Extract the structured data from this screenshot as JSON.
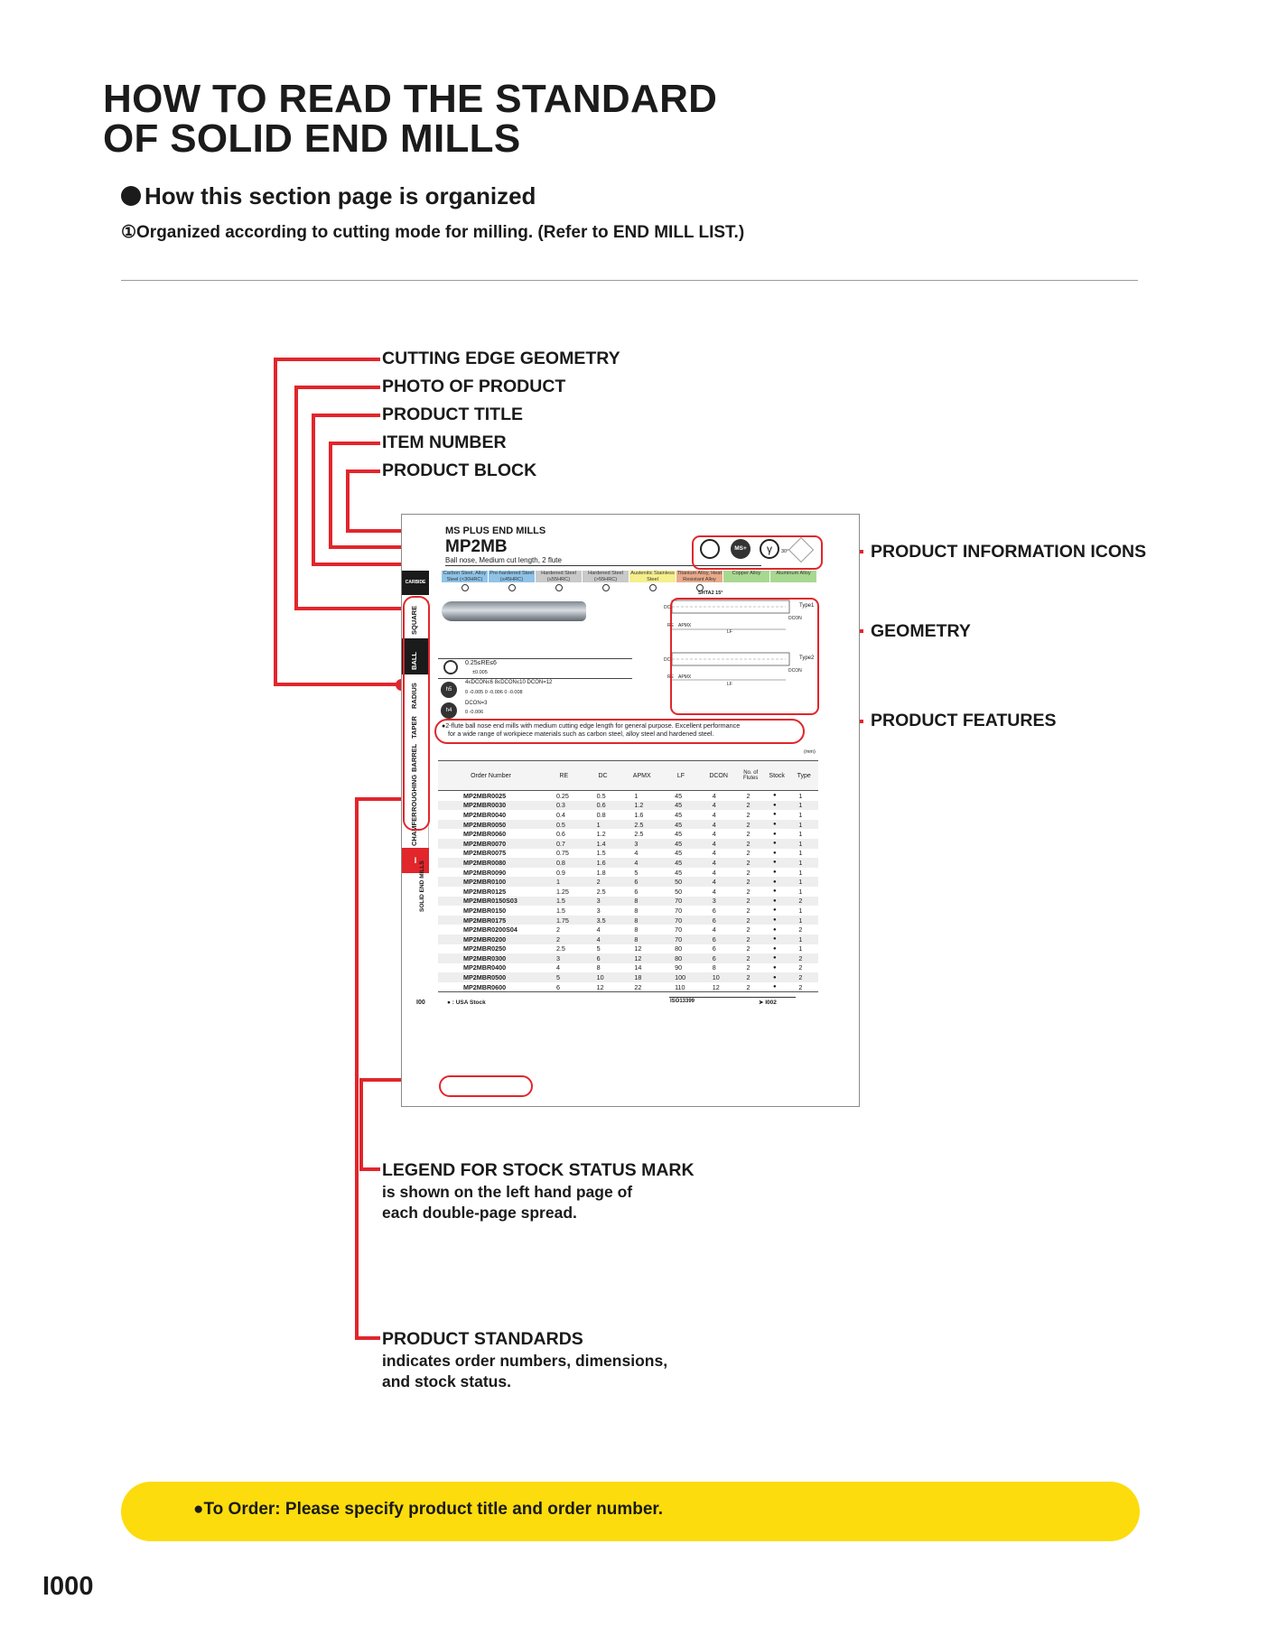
{
  "header": {
    "title_line1": "HOW TO READ THE STANDARD",
    "title_line2": "OF SOLID END MILLS",
    "section_heading": "How this section page is organized",
    "section_note": "①Organized according to cutting mode for milling. (Refer to END MILL LIST.)"
  },
  "callouts": {
    "cutting_edge_geometry": "CUTTING EDGE GEOMETRY",
    "photo_of_product": "PHOTO OF PRODUCT",
    "product_title": "PRODUCT TITLE",
    "item_number": "ITEM NUMBER",
    "product_block": "PRODUCT BLOCK",
    "product_information_icons": "PRODUCT INFORMATION ICONS",
    "geometry": "GEOMETRY",
    "product_features": "PRODUCT FEATURES",
    "legend_title": "LEGEND FOR STOCK STATUS MARK",
    "legend_line1": "is shown on the left hand page of",
    "legend_line2": "each double-page spread.",
    "standards_title": "PRODUCT STANDARDS",
    "standards_line1": "indicates order numbers, dimensions,",
    "standards_line2": "and stock status."
  },
  "sample_page": {
    "block": "MS PLUS END MILLS",
    "item_number": "MP2MB",
    "product_desc": "Ball nose,  Medium cut length, 2 flute",
    "carbide_label": "CARBIDE",
    "materials": [
      {
        "label": "Carbon Steel, Alloy Steel (<30HRC)",
        "color": "#8fc3e8"
      },
      {
        "label": "Pre-hardened Steel (≤45HRC)",
        "color": "#8fc3e8"
      },
      {
        "label": "Hardened Steel (≤55HRC)",
        "color": "#c9c9c9"
      },
      {
        "label": "Hardened Steel (>55HRC)",
        "color": "#c9c9c9"
      },
      {
        "label": "Austenitic Stainless Steel",
        "color": "#f5ef8c"
      },
      {
        "label": "Titanium Alloy, Heat Resistant Alloy",
        "color": "#e8a98a"
      },
      {
        "label": "Copper Alloy",
        "color": "#a8d890"
      },
      {
        "label": "Aluminum Alloy",
        "color": "#a8d890"
      }
    ],
    "icon_ms": "MS+",
    "icon_angle": "30°",
    "geo_label_shank": "SHTA2 15°",
    "geo_type1": "Type1",
    "geo_type2": "Type2",
    "geo_dc": "DC",
    "geo_re": "RE",
    "geo_apmx": "APMX",
    "geo_lf": "LF",
    "geo_dcon": "DCON",
    "tol_re": "0.25≤RE≤6",
    "tol_re_val": "±0.005",
    "tol_h5": "h5",
    "tol_h4": "h4",
    "tol_ranges": "4≤DCON≤6  8≤DCON≤10   DCON=12",
    "tol_vals": "0 -0.005   0 -0.006   0 -0.008",
    "tol_dcon3": "DCON=3",
    "tol_dcon3_val": "0 -0.006",
    "features_line1": "2-flute ball nose end mills with medium cutting edge length for general purpose. Excellent performance",
    "features_line2": "for a wide range of workpiece materials such as carbon steel, alloy steel and hardened steel.",
    "unit": "(mm)",
    "side_tabs": [
      "SQUARE",
      "BALL",
      "RADIUS",
      "TAPER",
      "BARREL",
      "ROUGHING",
      "CHAMFER"
    ],
    "side_label": "SOLID END MILLS",
    "side_index": "I",
    "legend": "● : USA Stock",
    "footer_left": "I00",
    "footer_iso": "ISO13399",
    "footer_right": "➤ I002"
  },
  "table": {
    "headers": [
      "Order Number",
      "RE",
      "DC",
      "APMX",
      "LF",
      "DCON",
      "No. of Flutes",
      "Stock",
      "Type"
    ],
    "rows": [
      [
        "MP2MBR0025",
        "0.25",
        "0.5",
        "1",
        "45",
        "4",
        "2",
        "●",
        "1"
      ],
      [
        "MP2MBR0030",
        "0.3",
        "0.6",
        "1.2",
        "45",
        "4",
        "2",
        "●",
        "1"
      ],
      [
        "MP2MBR0040",
        "0.4",
        "0.8",
        "1.6",
        "45",
        "4",
        "2",
        "●",
        "1"
      ],
      [
        "MP2MBR0050",
        "0.5",
        "1",
        "2.5",
        "45",
        "4",
        "2",
        "●",
        "1"
      ],
      [
        "MP2MBR0060",
        "0.6",
        "1.2",
        "2.5",
        "45",
        "4",
        "2",
        "●",
        "1"
      ],
      [
        "MP2MBR0070",
        "0.7",
        "1.4",
        "3",
        "45",
        "4",
        "2",
        "●",
        "1"
      ],
      [
        "MP2MBR0075",
        "0.75",
        "1.5",
        "4",
        "45",
        "4",
        "2",
        "●",
        "1"
      ],
      [
        "MP2MBR0080",
        "0.8",
        "1.6",
        "4",
        "45",
        "4",
        "2",
        "●",
        "1"
      ],
      [
        "MP2MBR0090",
        "0.9",
        "1.8",
        "5",
        "45",
        "4",
        "2",
        "●",
        "1"
      ],
      [
        "MP2MBR0100",
        "1",
        "2",
        "6",
        "50",
        "4",
        "2",
        "●",
        "1"
      ],
      [
        "MP2MBR0125",
        "1.25",
        "2.5",
        "6",
        "50",
        "4",
        "2",
        "●",
        "1"
      ],
      [
        "MP2MBR0150S03",
        "1.5",
        "3",
        "8",
        "70",
        "3",
        "2",
        "●",
        "2"
      ],
      [
        "MP2MBR0150",
        "1.5",
        "3",
        "8",
        "70",
        "6",
        "2",
        "●",
        "1"
      ],
      [
        "MP2MBR0175",
        "1.75",
        "3.5",
        "8",
        "70",
        "6",
        "2",
        "●",
        "1"
      ],
      [
        "MP2MBR0200S04",
        "2",
        "4",
        "8",
        "70",
        "4",
        "2",
        "●",
        "2"
      ],
      [
        "MP2MBR0200",
        "2",
        "4",
        "8",
        "70",
        "6",
        "2",
        "●",
        "1"
      ],
      [
        "MP2MBR0250",
        "2.5",
        "5",
        "12",
        "80",
        "6",
        "2",
        "●",
        "1"
      ],
      [
        "MP2MBR0300",
        "3",
        "6",
        "12",
        "80",
        "6",
        "2",
        "●",
        "2"
      ],
      [
        "MP2MBR0400",
        "4",
        "8",
        "14",
        "90",
        "8",
        "2",
        "●",
        "2"
      ],
      [
        "MP2MBR0500",
        "5",
        "10",
        "18",
        "100",
        "10",
        "2",
        "●",
        "2"
      ],
      [
        "MP2MBR0600",
        "6",
        "12",
        "22",
        "110",
        "12",
        "2",
        "●",
        "2"
      ]
    ]
  },
  "footer": {
    "order_note": "●To Order: Please specify product title and order number.",
    "page_number": "I000"
  },
  "colors": {
    "accent_red": "#e1262c",
    "banner_yellow": "#fcdc0d"
  }
}
